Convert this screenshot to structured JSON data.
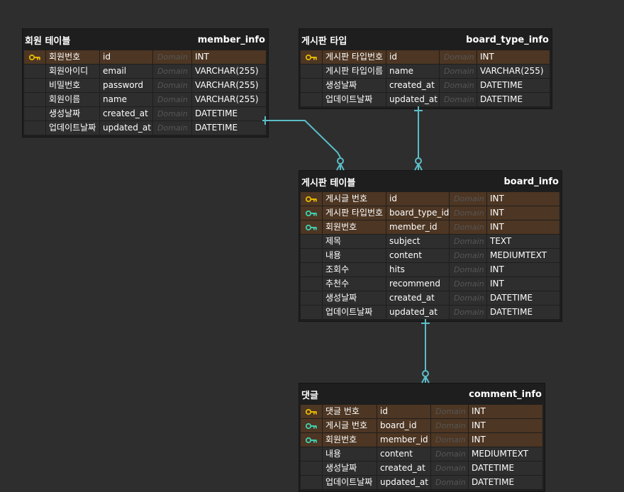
{
  "colors": {
    "background": "#2e2e2e",
    "table_bg": "#1e1e1e",
    "key_row_bg": "#4d3623",
    "pk_icon": "#e6b800",
    "fk_icon": "#3fcfb0",
    "relation_line": "#5bbdc8",
    "domain_text": "#565656"
  },
  "tables": [
    {
      "id": "member_info",
      "logical": "회원 테이블",
      "physical": "member_info",
      "rows": [
        {
          "key": "pk",
          "logical": "회원번호",
          "column": "id",
          "domain": "Domain",
          "type": "INT"
        },
        {
          "key": "",
          "logical": "회원아이디",
          "column": "email",
          "domain": "Domain",
          "type": "VARCHAR(255)"
        },
        {
          "key": "",
          "logical": "비밀번호",
          "column": "password",
          "domain": "Domain",
          "type": "VARCHAR(255)"
        },
        {
          "key": "",
          "logical": "회원이름",
          "column": "name",
          "domain": "Domain",
          "type": "VARCHAR(255)"
        },
        {
          "key": "",
          "logical": "생성날짜",
          "column": "created_at",
          "domain": "Domain",
          "type": "DATETIME"
        },
        {
          "key": "",
          "logical": "업데이트날짜",
          "column": "updated_at",
          "domain": "Domain",
          "type": "DATETIME"
        }
      ]
    },
    {
      "id": "board_type_info",
      "logical": "게시판 타입",
      "physical": "board_type_info",
      "rows": [
        {
          "key": "pk",
          "logical": "게시판 타입번호",
          "column": "id",
          "domain": "Domain",
          "type": "INT"
        },
        {
          "key": "",
          "logical": "게시판 타입이름",
          "column": "name",
          "domain": "Domain",
          "type": "VARCHAR(255)"
        },
        {
          "key": "",
          "logical": "생성날짜",
          "column": "created_at",
          "domain": "Domain",
          "type": "DATETIME"
        },
        {
          "key": "",
          "logical": "업데이트날짜",
          "column": "updated_at",
          "domain": "Domain",
          "type": "DATETIME"
        }
      ]
    },
    {
      "id": "board_info",
      "logical": "게시판 테이블",
      "physical": "board_info",
      "rows": [
        {
          "key": "pk",
          "logical": "게시글 번호",
          "column": "id",
          "domain": "Domain",
          "type": "INT"
        },
        {
          "key": "fk",
          "logical": "게시판 타입번호",
          "column": "board_type_id",
          "domain": "Domain",
          "type": "INT"
        },
        {
          "key": "fk",
          "logical": "회원번호",
          "column": "member_id",
          "domain": "Domain",
          "type": "INT"
        },
        {
          "key": "",
          "logical": "제목",
          "column": "subject",
          "domain": "Domain",
          "type": "TEXT"
        },
        {
          "key": "",
          "logical": "내용",
          "column": "content",
          "domain": "Domain",
          "type": "MEDIUMTEXT"
        },
        {
          "key": "",
          "logical": "조회수",
          "column": "hits",
          "domain": "Domain",
          "type": "INT"
        },
        {
          "key": "",
          "logical": "추천수",
          "column": "recommend",
          "domain": "Domain",
          "type": "INT"
        },
        {
          "key": "",
          "logical": "생성날짜",
          "column": "created_at",
          "domain": "Domain",
          "type": "DATETIME"
        },
        {
          "key": "",
          "logical": "업데이트날짜",
          "column": "updated_at",
          "domain": "Domain",
          "type": "DATETIME"
        }
      ]
    },
    {
      "id": "comment_info",
      "logical": "댓글",
      "physical": "comment_info",
      "rows": [
        {
          "key": "pk",
          "logical": "댓글 번호",
          "column": "id",
          "domain": "Domain",
          "type": "INT"
        },
        {
          "key": "fk",
          "logical": "게시글 번호",
          "column": "board_id",
          "domain": "Domain",
          "type": "INT"
        },
        {
          "key": "fk",
          "logical": "회원번호",
          "column": "member_id",
          "domain": "Domain",
          "type": "INT"
        },
        {
          "key": "",
          "logical": "내용",
          "column": "content",
          "domain": "Domain",
          "type": "MEDIUMTEXT"
        },
        {
          "key": "",
          "logical": "생성날짜",
          "column": "created_at",
          "domain": "Domain",
          "type": "DATETIME"
        },
        {
          "key": "",
          "logical": "업데이트날짜",
          "column": "updated_at",
          "domain": "Domain",
          "type": "DATETIME"
        }
      ]
    }
  ],
  "relations": [
    {
      "from": "member_info",
      "to": "board_info",
      "notation": "one-to-zero-or-many"
    },
    {
      "from": "board_type_info",
      "to": "board_info",
      "notation": "one-to-zero-or-many"
    },
    {
      "from": "board_info",
      "to": "comment_info",
      "notation": "one-to-zero-or-many"
    }
  ]
}
